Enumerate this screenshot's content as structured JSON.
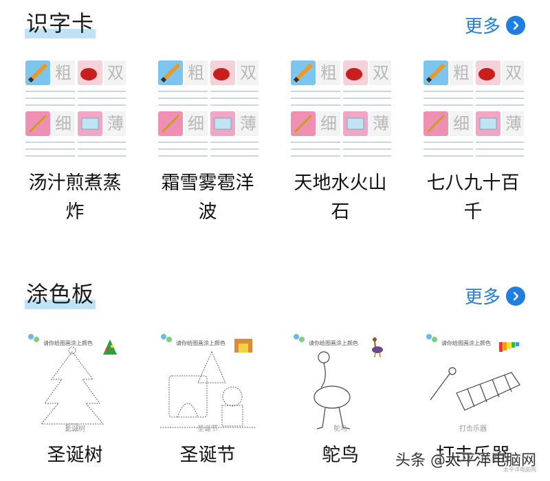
{
  "sections": [
    {
      "title": "识字卡",
      "more_label": "更多",
      "cards": [
        {
          "label_line1": "汤汁煎煮蒸",
          "label_line2": "炸",
          "chars": [
            "粗",
            "双",
            "细",
            "薄"
          ]
        },
        {
          "label_line1": "霜雪雾雹洋",
          "label_line2": "波",
          "chars": [
            "粗",
            "双",
            "细",
            "薄"
          ]
        },
        {
          "label_line1": "天地水火山",
          "label_line2": "石",
          "chars": [
            "粗",
            "双",
            "细",
            "薄"
          ]
        },
        {
          "label_line1": "七八九十百",
          "label_line2": "千",
          "chars": [
            "粗",
            "双",
            "细",
            "薄"
          ]
        }
      ]
    },
    {
      "title": "涂色板",
      "more_label": "更多",
      "cards": [
        {
          "label": "圣诞树",
          "thumb_title": "请你给图画涂上颜色",
          "thumb_caption": "圣诞树",
          "icon": "christmas-tree-icon"
        },
        {
          "label": "圣诞节",
          "thumb_title": "请你给图画涂上颜色",
          "thumb_caption": "圣诞节",
          "icon": "fireplace-icon"
        },
        {
          "label": "鸵鸟",
          "thumb_title": "请你给图画涂上颜色",
          "thumb_caption": "鸵鸟",
          "icon": "ostrich-icon"
        },
        {
          "label": "打击乐器",
          "thumb_title": "请你给图画涂上颜色",
          "thumb_caption": "打击乐器",
          "icon": "xylophone-icon"
        }
      ]
    }
  ],
  "watermark": {
    "text": "头条 @太平洋电脑网",
    "sub": "太平洋电脑网"
  },
  "colors": {
    "accent": "#1f7ee0",
    "title_highlight": "#bfe2f7"
  }
}
